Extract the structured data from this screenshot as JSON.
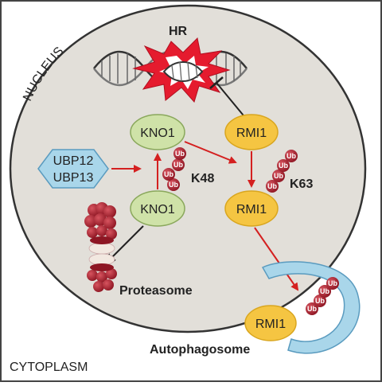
{
  "labels": {
    "hr": "HR",
    "nucleus": "NUCLEUS",
    "cytoplasm": "CYTOPLASM",
    "proteasome": "Proteasome",
    "autophagosome": "Autophagosome",
    "k48": "K48",
    "k63": "K63",
    "ub": "Ub"
  },
  "nodes": {
    "kno1_top": "KNO1",
    "kno1_bottom": "KNO1",
    "rmi1_top": "RMI1",
    "rmi1_mid": "RMI1",
    "rmi1_auto": "RMI1",
    "ubp_line1": "UBP12",
    "ubp_line2": "UBP13"
  },
  "colors": {
    "nucleus_fill": "#e2dfd9",
    "kno1_fill": "#cfe2a8",
    "rmi1_fill": "#f5c542",
    "ubp_fill": "#a9d6ea",
    "ub_fill": "#b22a3a",
    "arrow_red": "#d42020",
    "autophagosome_fill": "#a9d6ea",
    "hr_burst": "#e51b2e"
  }
}
